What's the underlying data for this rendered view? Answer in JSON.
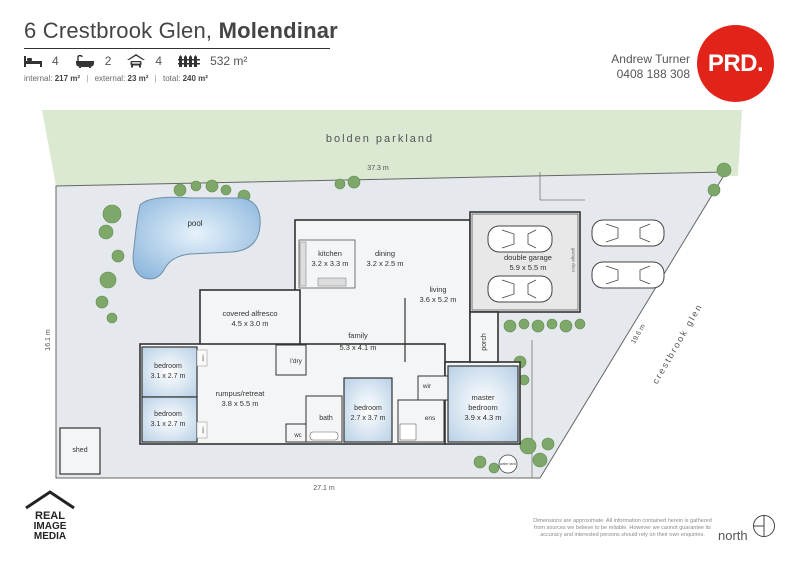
{
  "header": {
    "street": "6 Crestbrook Glen,",
    "suburb": "Molendinar",
    "stats": {
      "bedrooms": "4",
      "bathrooms": "2",
      "car_spaces": "4",
      "land_size": "532 m²"
    },
    "areas": [
      {
        "label": "internal:",
        "value": "217 m²"
      },
      {
        "label": "external:",
        "value": "23 m²"
      },
      {
        "label": "total:",
        "value": "240 m²"
      }
    ]
  },
  "agent": {
    "name": "Andrew Turner",
    "phone": "0408 188 308"
  },
  "brand": {
    "logo_text": "PRD.",
    "color": "#e2231a"
  },
  "plan": {
    "boundary_labels": {
      "parkland": "bolden parkland",
      "street": "crestbrook glen",
      "top": "37.3 m",
      "bottom": "27.1 m",
      "left": "16.1 m",
      "right": "19.6 m"
    },
    "rooms": {
      "pool": "pool",
      "kitchen": {
        "name": "kitchen",
        "dims": "3.2 x 3.3 m"
      },
      "dining": {
        "name": "dining",
        "dims": "3.2 x 2.5 m"
      },
      "living": {
        "name": "living",
        "dims": "3.6 x 5.2 m"
      },
      "garage": {
        "name": "double garage",
        "dims": "5.9 x 5.5 m"
      },
      "alfresco": {
        "name": "covered alfresco",
        "dims": "4.5 x 3.0 m"
      },
      "family": {
        "name": "family",
        "dims": "5.3 x 4.1 m"
      },
      "porch": "porch",
      "bed1": {
        "name": "bedroom",
        "dims": "3.1 x 2.7 m"
      },
      "bed2": {
        "name": "bedroom",
        "dims": "3.1 x 2.7 m"
      },
      "bed3": {
        "name": "bedroom",
        "dims": "2.7 x 3.7 m"
      },
      "rumpus": {
        "name": "rumpus/retreat",
        "dims": "3.8 x 5.5 m"
      },
      "laundry": "l'dry",
      "bath": "bath",
      "wc": "wc",
      "wir": "wir",
      "ens": "ens",
      "master": {
        "name": "master",
        "name2": "bedroom",
        "dims": "3.9 x 4.3 m"
      },
      "shed": "shed",
      "robe": "robe",
      "garage_door": "garage door",
      "water_tank": "water tank"
    }
  },
  "footer": {
    "brand_line1": "REAL",
    "brand_line2": "IMAGE",
    "brand_line3": "MEDIA",
    "disclaimer": "Dimensions are approximate. All information contained herein is gathered from sources we believe to be reliable. However we cannot guarantee its accuracy and interested persons should rely on their own enquiries.",
    "north": "north"
  }
}
